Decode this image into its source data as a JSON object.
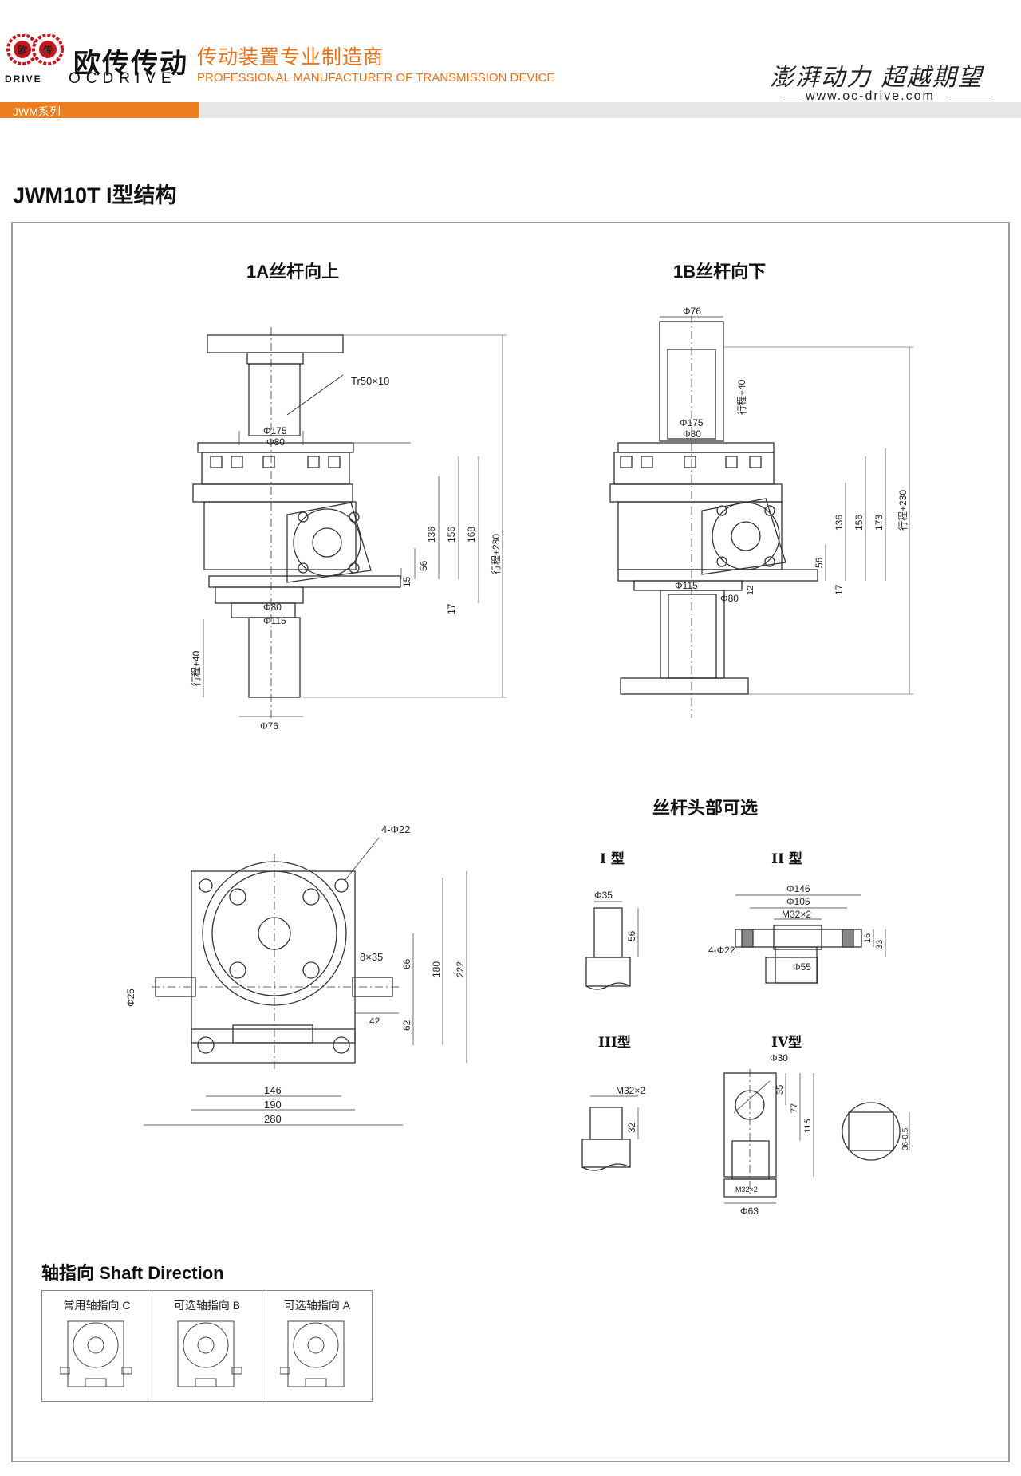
{
  "header": {
    "brand_cn": "欧传传动",
    "brand_en": "OCDRIVE",
    "brand_sub": "DRIVE",
    "logo_chars": [
      "欧",
      "传"
    ],
    "tagline_cn": "传动装置专业制造商",
    "tagline_en": "PROFESSIONAL MANUFACTURER OF TRANSMISSION DEVICE",
    "series": "JWM系列",
    "slogan": "澎湃动力 超越期望",
    "website": "www.oc-drive.com",
    "accent_color": "#ed7d1f"
  },
  "page_title": "JWM10T I型结构",
  "views": {
    "view_1a": {
      "title": "1A丝杆向上",
      "thread": "Tr50×10",
      "d175": "Φ175",
      "d80": "Φ80",
      "d115": "Φ115",
      "d76": "Φ76",
      "stroke": "行程+40",
      "stroke_total": "行程+230",
      "h136": "136",
      "h156": "156",
      "h168": "168",
      "h56": "56",
      "h15": "15",
      "h17": "17"
    },
    "view_1b": {
      "title": "1B丝杆向下",
      "d76": "Φ76",
      "d175": "Φ175",
      "d80": "Φ80",
      "d115": "Φ115",
      "stroke": "行程+40",
      "stroke_total": "行程+230",
      "h136": "136",
      "h156": "156",
      "h173": "173",
      "h56": "56",
      "h12": "12",
      "h17": "17"
    },
    "top_view": {
      "holes": "4-Φ22",
      "key": "8×35",
      "shaft_d": "Φ25",
      "h66": "66",
      "h180": "180",
      "h222": "222",
      "h62": "62",
      "w42": "42",
      "w146": "146",
      "w190": "190",
      "w280": "280"
    }
  },
  "screw_heads": {
    "title": "丝杆头部可选",
    "type1": {
      "label": "I 型",
      "d": "Φ35",
      "h": "56"
    },
    "type2": {
      "label": "II 型",
      "d146": "Φ146",
      "d105": "Φ105",
      "thread": "M32×2",
      "holes": "4-Φ22",
      "d55": "Φ55",
      "h16": "16",
      "h33": "33"
    },
    "type3": {
      "label": "III型",
      "thread": "M32×2",
      "h": "32"
    },
    "type4": {
      "label": "IV型",
      "d30": "Φ30",
      "h35": "35",
      "h77": "77",
      "h115": "115",
      "thread": "M32×2",
      "d63": "Φ63",
      "w": "36-0.5"
    }
  },
  "shaft_direction": {
    "title": "轴指向 Shaft Direction",
    "options": [
      {
        "label": "常用轴指向 C"
      },
      {
        "label": "可选轴指向 B"
      },
      {
        "label": "可选轴指向 A"
      }
    ]
  }
}
